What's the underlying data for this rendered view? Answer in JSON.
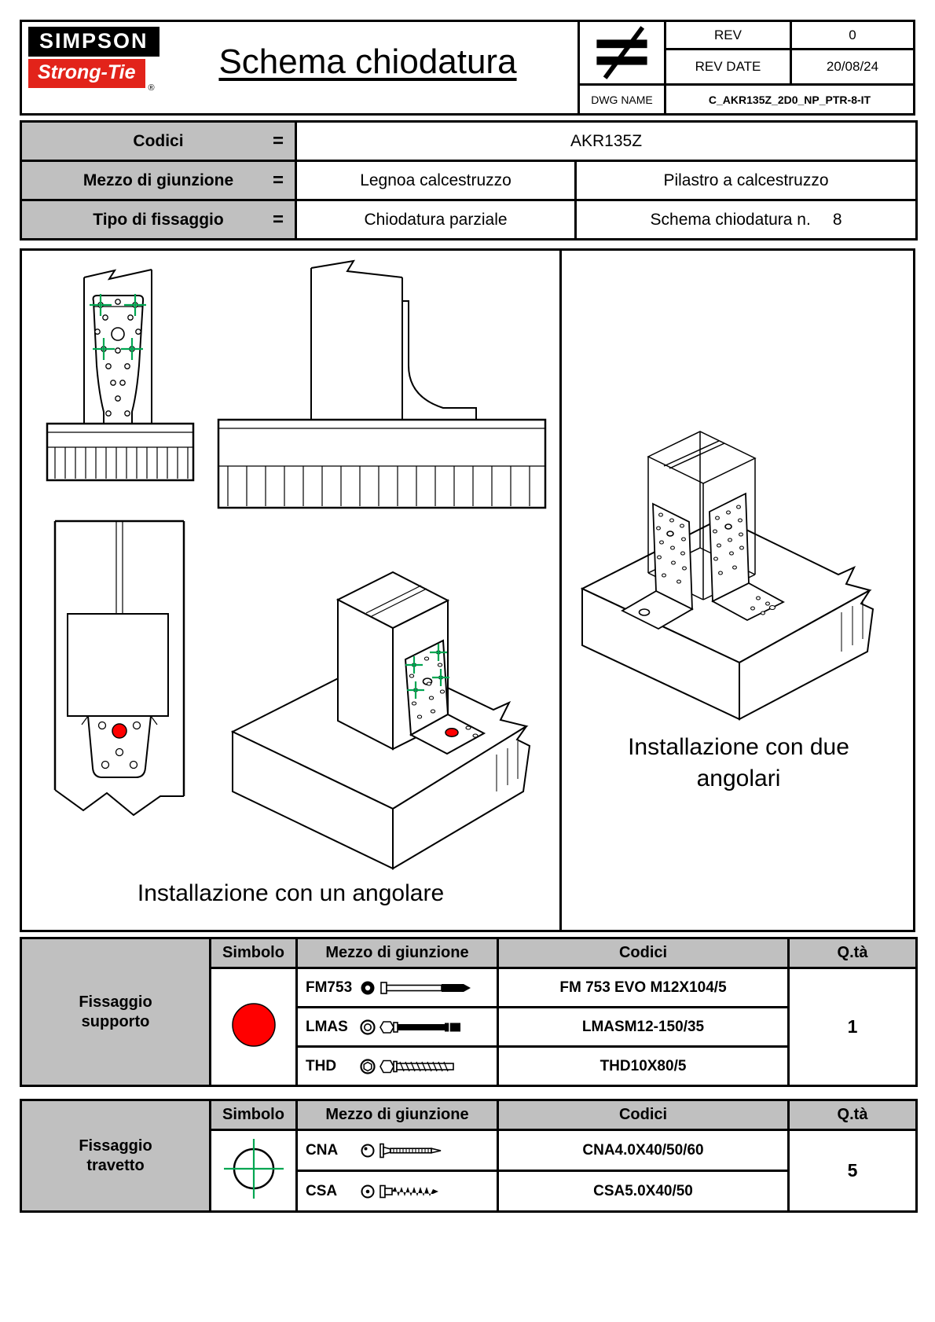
{
  "colors": {
    "logo_red": "#e2231a",
    "marker_red": "#ff0000",
    "marker_green": "#00a651",
    "header_gray": "#c0c0c0"
  },
  "header": {
    "logo_top": "SIMPSON",
    "logo_bottom": "Strong-Tie",
    "logo_reg": "®",
    "title": "Schema chiodatura",
    "rev_label": "REV",
    "rev_value": "0",
    "rev_date_label": "REV DATE",
    "rev_date_value": "20/08/24",
    "dwg_label": "DWG NAME",
    "dwg_value": "C_AKR135Z_2D0_NP_PTR-8-IT"
  },
  "info": {
    "codici_label": "Codici",
    "codici_eq": "=",
    "codici_value": "AKR135Z",
    "mezzo_label": "Mezzo di giunzione",
    "mezzo_eq": "=",
    "mezzo_value1": "Legnoa calcestruzzo",
    "mezzo_value2": "Pilastro a calcestruzzo",
    "tipo_label": "Tipo di fissaggio",
    "tipo_eq": "=",
    "tipo_value1": "Chiodatura parziale",
    "tipo_value2": "Schema chiodatura n.",
    "tipo_value3": "8"
  },
  "drawings": {
    "caption_single": "Installazione con un angolare",
    "caption_double": "Installazione con due angolari"
  },
  "support_table": {
    "group_label": "Fissaggio supporto",
    "col_simbolo": "Simbolo",
    "col_mezzo": "Mezzo di giunzione",
    "col_codici": "Codici",
    "col_qta": "Q.tà",
    "rows": [
      {
        "name": "FM753",
        "code": "FM 753 EVO M12X104/5"
      },
      {
        "name": "LMAS",
        "code": "LMASM12-150/35"
      },
      {
        "name": "THD",
        "code": "THD10X80/5"
      }
    ],
    "qty": "1"
  },
  "travetto_table": {
    "group_label": "Fissaggio travetto",
    "col_simbolo": "Simbolo",
    "col_mezzo": "Mezzo di giunzione",
    "col_codici": "Codici",
    "col_qta": "Q.tà",
    "rows": [
      {
        "name": "CNA",
        "code": "CNA4.0X40/50/60"
      },
      {
        "name": "CSA",
        "code": "CSA5.0X40/50"
      }
    ],
    "qty": "5"
  }
}
